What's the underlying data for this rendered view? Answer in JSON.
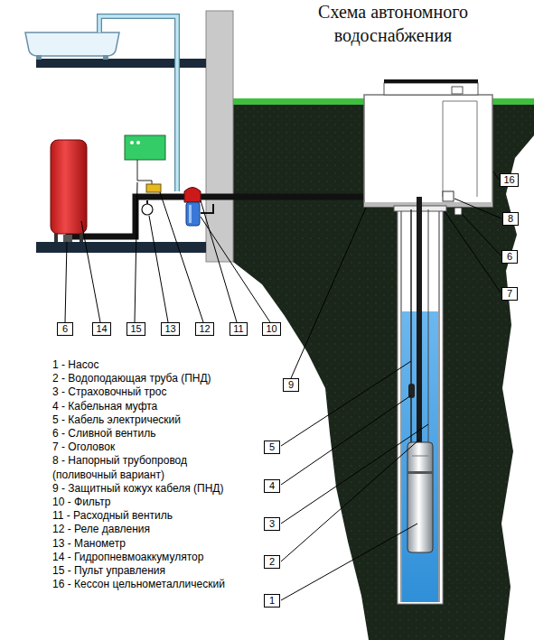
{
  "diagram": {
    "title": "Схема автономного водоснабжения",
    "nodes": [
      {
        "text": [
          "16"
        ]
      },
      {
        "text": [
          "8"
        ]
      },
      {
        "text": [
          "6"
        ]
      },
      {
        "text": [
          "7"
        ]
      },
      {
        "text": [
          "6"
        ]
      },
      {
        "text": [
          "14"
        ]
      },
      {
        "text": [
          "15"
        ]
      },
      {
        "text": [
          "13"
        ]
      },
      {
        "text": [
          "12"
        ]
      },
      {
        "text": [
          "11"
        ]
      },
      {
        "text": [
          "10"
        ]
      },
      {
        "text": [
          "9"
        ]
      },
      {
        "text": [
          "5"
        ]
      },
      {
        "text": [
          "4"
        ]
      },
      {
        "text": [
          "3"
        ]
      },
      {
        "text": [
          "2"
        ]
      },
      {
        "text": [
          "1"
        ]
      }
    ],
    "labels": [
      "1 - Насос",
      "2 - Водоподающая труба (ПНД)",
      "3 - Страховочный трос",
      "4 - Кабельная муфта",
      "5 - Кабель электрический",
      "6 - Сливной вентиль",
      "7 - Оголовок",
      "8 - Напорный трубопровод (поливочный вариант)",
      "9 - Защитный кожух кабеля (ПНД)",
      "10 - Фильтр",
      "11 - Расходный вентиль",
      "12 - Реле давления",
      "13 - Манометр",
      "14 - Гидропневмоаккумулятор",
      "15 - Пульт управления",
      "16 - Кессон цельнометаллический"
    ]
  }
}
